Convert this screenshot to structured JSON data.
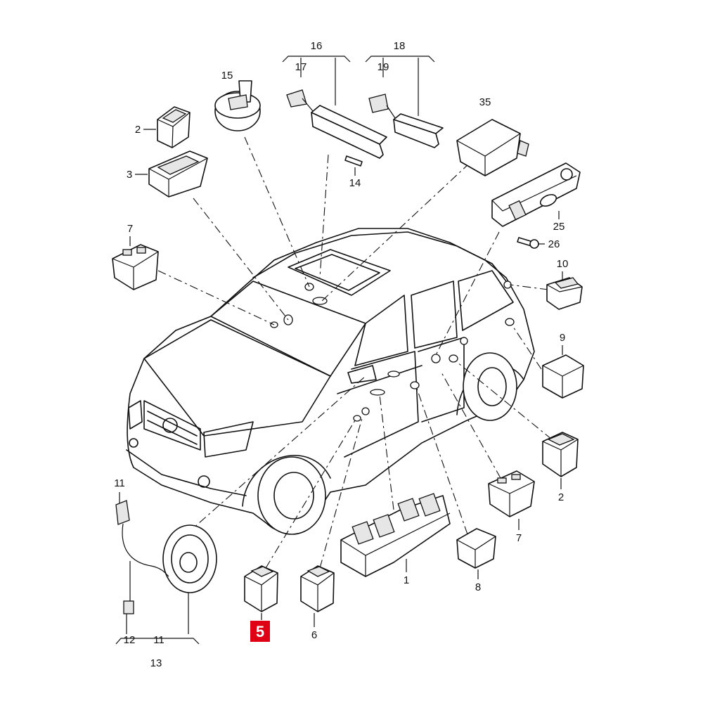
{
  "diagram": {
    "callouts": {
      "c1": "1",
      "c2a": "2",
      "c2b": "2",
      "c3": "3",
      "c5": "5",
      "c6": "6",
      "c7a": "7",
      "c7b": "7",
      "c8": "8",
      "c9": "9",
      "c10": "10",
      "c11a": "11",
      "c11b": "11",
      "c12": "12",
      "c13": "13",
      "c14": "14",
      "c15": "15",
      "c16": "16",
      "c17": "17",
      "c18": "18",
      "c19": "19",
      "c25": "25",
      "c26": "26",
      "c35": "35"
    },
    "highlighted_callout": "c5",
    "highlight_color": "#e00016"
  }
}
